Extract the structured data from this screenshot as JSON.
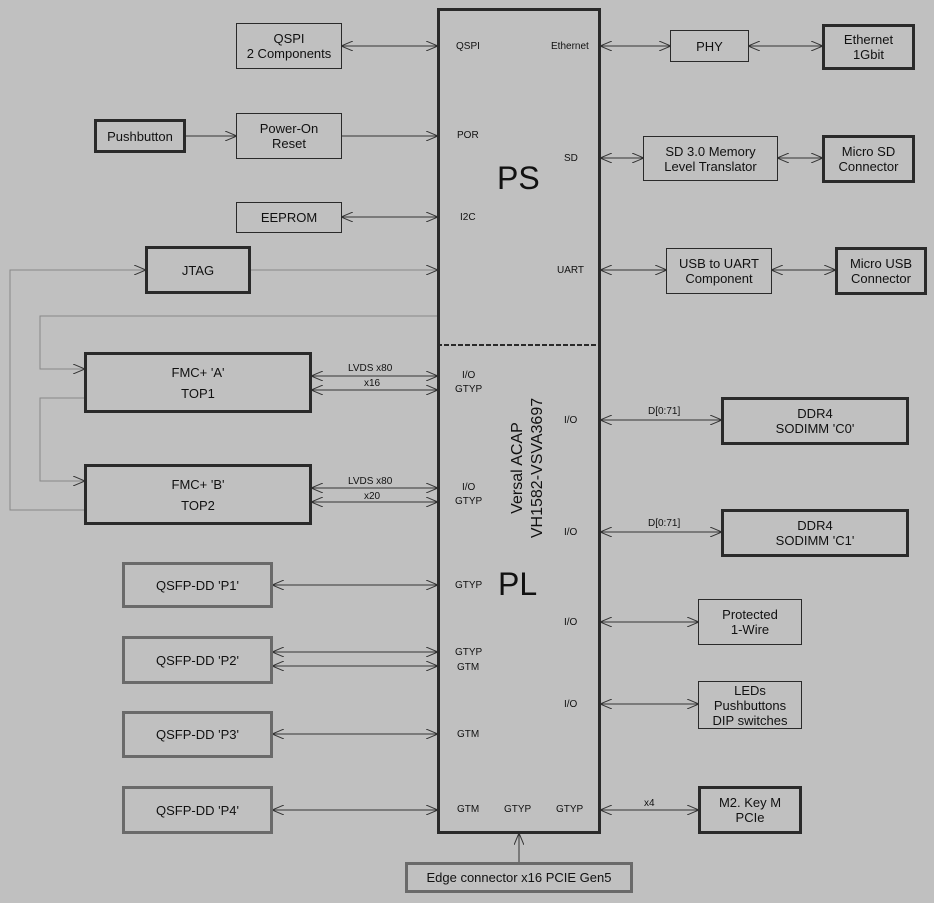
{
  "fpga": {
    "ps_label": "PS",
    "pl_label": "PL",
    "device_line1": "Versal ACAP",
    "device_line2": "VH1582-VSVA3697"
  },
  "blocks": {
    "qspi": [
      "QSPI",
      "2 Components"
    ],
    "pushbutton": [
      "Pushbutton"
    ],
    "por": [
      "Power-On",
      "Reset"
    ],
    "eeprom": [
      "EEPROM"
    ],
    "jtag": [
      "JTAG"
    ],
    "fmc_a": [
      "FMC+ 'A'",
      "TOP1"
    ],
    "fmc_b": [
      "FMC+ 'B'",
      "TOP2"
    ],
    "qsfp_p1": [
      "QSFP-DD 'P1'"
    ],
    "qsfp_p2": [
      "QSFP-DD 'P2'"
    ],
    "qsfp_p3": [
      "QSFP-DD 'P3'"
    ],
    "qsfp_p4": [
      "QSFP-DD 'P4'"
    ],
    "phy": [
      "PHY"
    ],
    "ethernet": [
      "Ethernet",
      "1Gbit"
    ],
    "sd_translator": [
      "SD 3.0 Memory",
      "Level Translator"
    ],
    "micro_sd": [
      "Micro SD",
      "Connector"
    ],
    "usb_uart": [
      "USB to UART",
      "Component"
    ],
    "micro_usb": [
      "Micro USB",
      "Connector"
    ],
    "ddr4_c0": [
      "DDR4",
      "SODIMM 'C0'"
    ],
    "ddr4_c1": [
      "DDR4",
      "SODIMM 'C1'"
    ],
    "one_wire": [
      "Protected",
      "1-Wire"
    ],
    "leds": [
      "LEDs",
      "Pushbuttons",
      "DIP switches"
    ],
    "m2": [
      "M2. Key M",
      "PCIe"
    ],
    "edge": [
      "Edge connector x16 PCIE Gen5"
    ]
  },
  "pins": {
    "qspi": "QSPI",
    "por": "POR",
    "i2c": "I2C",
    "ethernet": "Ethernet",
    "sd": "SD",
    "uart": "UART",
    "fmc_a_io": "I/O",
    "fmc_a_gtyp": "GTYP",
    "fmc_b_io": "I/O",
    "fmc_b_gtyp": "GTYP",
    "p1": "GTYP",
    "p2_gtyp": "GTYP",
    "p2_gtm": "GTM",
    "p3": "GTM",
    "p4": "GTM",
    "bottom_gtyp": "GTYP",
    "m2_gtyp": "GTYP",
    "ddr_c0": "I/O",
    "ddr_c1": "I/O",
    "one_wire": "I/O",
    "leds": "I/O"
  },
  "buses": {
    "fmc_a_lvds": "LVDS x80",
    "fmc_a_gt": "x16",
    "fmc_b_lvds": "LVDS x80",
    "fmc_b_gt": "x20",
    "ddr_c0": "D[0:71]",
    "ddr_c1": "D[0:71]",
    "m2": "x4"
  }
}
